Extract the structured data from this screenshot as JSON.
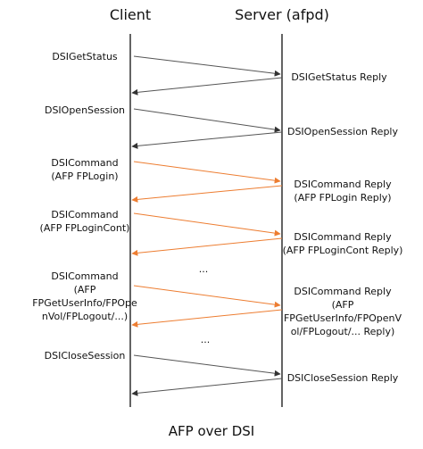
{
  "title": "AFP over DSI",
  "participants": {
    "client": "Client",
    "server": "Server (afpd)"
  },
  "colors": {
    "black_arrow": "#555555",
    "orange_arrow": "#ED7D31",
    "text": "#111111",
    "lifeline": "#111111"
  },
  "ellipses": [
    "...",
    "..."
  ],
  "messages": [
    {
      "request": [
        "DSIGetStatus"
      ],
      "reply": [
        "DSIGetStatus Reply"
      ],
      "color": "black"
    },
    {
      "request": [
        "DSIOpenSession"
      ],
      "reply": [
        "DSIOpenSession Reply"
      ],
      "color": "black"
    },
    {
      "request": [
        "DSICommand",
        "(AFP FPLogin)"
      ],
      "reply": [
        "DSICommand Reply",
        "(AFP FPLogin Reply)"
      ],
      "color": "orange"
    },
    {
      "request": [
        "DSICommand",
        "(AFP FPLoginCont)"
      ],
      "reply": [
        "DSICommand Reply",
        "(AFP FPLoginCont Reply)"
      ],
      "color": "orange"
    },
    {
      "request": [
        "DSICommand",
        "(AFP",
        "FPGetUserInfo/FPOpe",
        "nVol/FPLogout/...)"
      ],
      "reply": [
        "DSICommand Reply",
        "(AFP",
        "FPGetUserInfo/FPOpenV",
        "ol/FPLogout/... Reply)"
      ],
      "color": "orange"
    },
    {
      "request": [
        "DSICloseSession"
      ],
      "reply": [
        "DSICloseSession Reply"
      ],
      "color": "black"
    }
  ]
}
